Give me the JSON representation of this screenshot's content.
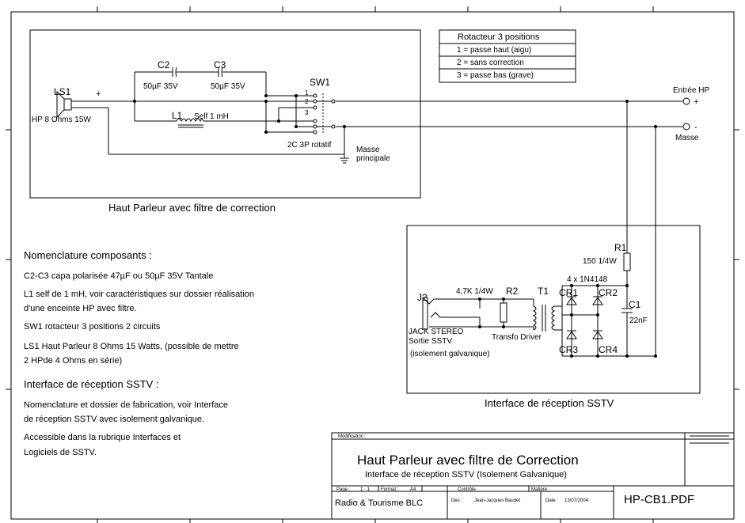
{
  "schematic": {
    "box_title": "Haut Parleur avec filtre de correction",
    "ls1": {
      "ref": "LS1",
      "value": "HP 8 Ohms 15W",
      "plus": "+"
    },
    "c2": {
      "ref": "C2",
      "value": "50µF 35V"
    },
    "c3": {
      "ref": "C3",
      "value": "50µF 35V"
    },
    "l1": {
      "ref": "L1",
      "value": "Self 1 mH"
    },
    "sw1": {
      "ref": "SW1",
      "pos1": "1",
      "pos2": "2",
      "pos3": "3",
      "value": "2C 3P rotatif"
    },
    "masse_principale": [
      "Masse",
      "principale"
    ],
    "entree_hp": {
      "label": "Entrée HP",
      "sign": "+"
    },
    "masse": {
      "label": "Masse",
      "sign": "-"
    }
  },
  "rotacteur_table": {
    "title": "Rotacteur 3 positions",
    "rows": [
      "1 = passe haut (aigu)",
      "2 = sans correction",
      "3 = passe bas (grave)"
    ]
  },
  "sstv": {
    "box_title": "Interface de réception SSTV",
    "r1": {
      "ref": "R1",
      "value": "150 1/4W"
    },
    "diodes": "4 x 1N4148",
    "cr1": "CR1",
    "cr2": "CR2",
    "cr3": "CR3",
    "cr4": "CR4",
    "c1": {
      "ref": "C1",
      "value": "22nF"
    },
    "j2": {
      "ref": "J2",
      "lines": [
        "JACK STEREO",
        "Sortie SSTV",
        "(isolement galvanique)"
      ]
    },
    "r2": {
      "ref": "R2",
      "value": "4,7K 1/4W"
    },
    "t1": {
      "ref": "T1",
      "value": "Transfo Driver"
    }
  },
  "nomenclature": {
    "heading": "Nomenclature composants :",
    "items": [
      [
        "C2-C3 capa polarisée 47µF ou 50µF 35V Tantale"
      ],
      [
        "L1 self de 1 mH, voir caractéristiques sur dossier réalisation",
        "d'une enceinte HP avec filtre."
      ],
      [
        "SW1 rotacteur 3 positions 2 circuits"
      ],
      [
        "LS1 Haut Parleur 8 Ohms 15 Watts, (possible de mettre",
        "2 HPde 4 Ohms en série)"
      ]
    ]
  },
  "interface": {
    "heading": "Interface de réception SSTV :",
    "items": [
      [
        "Nomenclature et dossier de fabrication, voir Interface",
        "de réception SSTV avec isolement galvanique."
      ],
      [
        "Accessible dans la rubrique Interfaces et",
        "Logiciels de SSTV."
      ]
    ]
  },
  "title_block": {
    "modification_label": "Modification :",
    "title": "Haut Parleur avec filtre de Correction",
    "subtitle": "Interface de réception SSTV (Isolement Galvanique)",
    "page_label": "Page :",
    "page_value": "1 · 1",
    "format_label": "Format :",
    "format_value": "A4",
    "controle_label": "Contrôle",
    "matiere_label": "Matière :",
    "company": "Radio & Tourisme BLC",
    "des_label": "Des :",
    "des_value": "Jean-Jacques Baudet",
    "date_label": "Date :",
    "date_value": "13/07/2004",
    "doc_number": "HP-CB1.PDF"
  }
}
